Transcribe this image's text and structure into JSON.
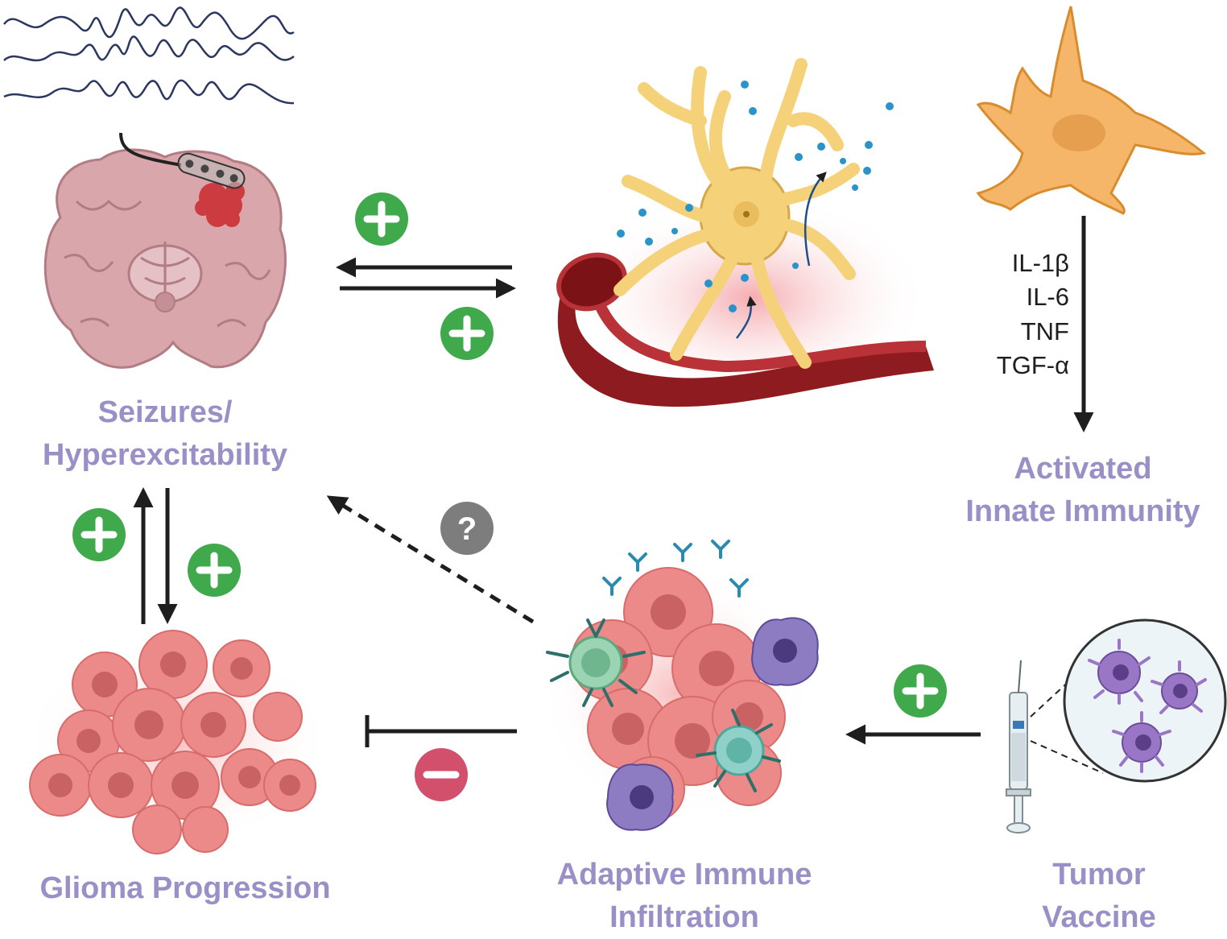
{
  "labels": {
    "seizures": [
      "Seizures/",
      "Hyperexcitability"
    ],
    "innate": [
      "Activated",
      "Innate Immunity"
    ],
    "glioma": "Glioma Progression",
    "adaptive": [
      "Adaptive Immune",
      "Infiltration"
    ],
    "vaccine": [
      "Tumor",
      "Vaccine"
    ]
  },
  "cytokines": [
    "IL-1β",
    "IL-6",
    "TNF",
    "TGF-α"
  ],
  "unknown_mark": "?",
  "colors": {
    "label": "#9b8fc8",
    "plus": "#3fa94c",
    "minus": "#d2506b",
    "question": "#7d7d7d",
    "arrow": "#1e1e1e",
    "astrocyte": "#f5d27a",
    "vessel": "#8e1b1f",
    "tumor_cell": "#ec8a8a",
    "brain": "#d9a6ab"
  },
  "icons": [
    "eeg-trace",
    "brain-with-tumor",
    "astrocyte-on-vessel",
    "microglia",
    "tumor-cluster",
    "immune-tumor-cluster",
    "syringe",
    "dendritic-cells"
  ]
}
